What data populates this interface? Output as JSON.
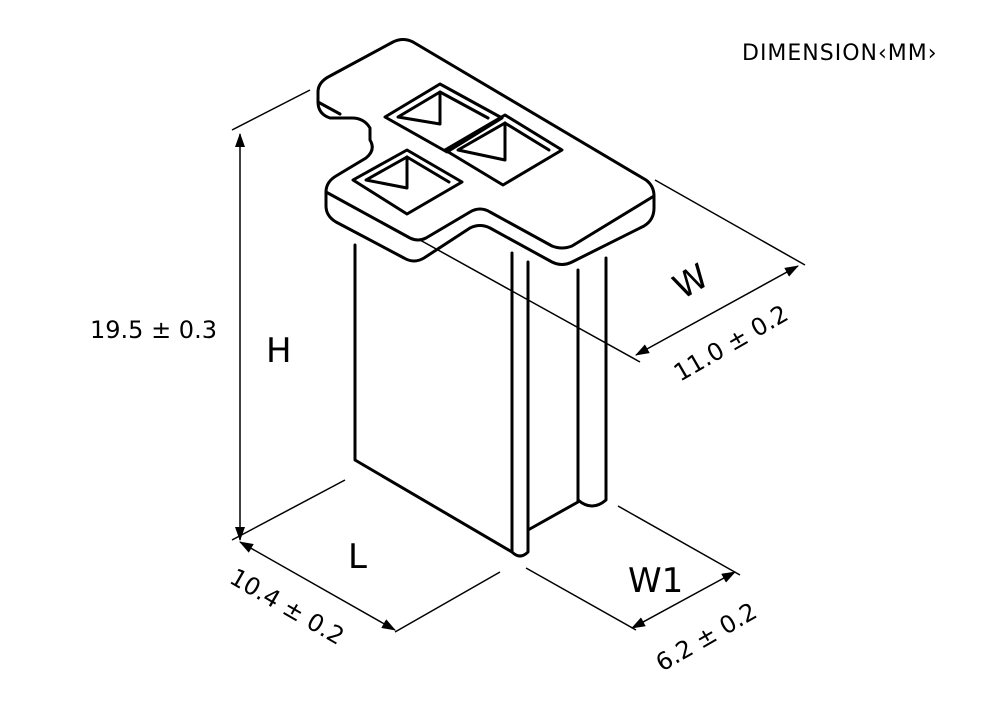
{
  "title": "DIMENSION‹MM›",
  "dimensions": {
    "height": {
      "label": "H",
      "value": "19.5 ± 0.3"
    },
    "width": {
      "label": "W",
      "value": "11.0 ± 0.2"
    },
    "length": {
      "label": "L",
      "value": "10.4 ± 0.2"
    },
    "width1": {
      "label": "W1",
      "value": "6.2 ± 0.2"
    }
  }
}
